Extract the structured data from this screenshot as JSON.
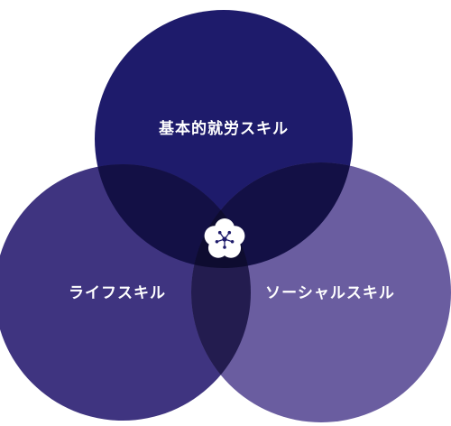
{
  "diagram": {
    "type": "venn",
    "sets": [
      {
        "id": "top",
        "label": "基本的就労スキル",
        "color": "#1e1b6b"
      },
      {
        "id": "left",
        "label": "ライフスキル",
        "color": "#3f3480"
      },
      {
        "id": "right",
        "label": "ソーシャルスキル",
        "color": "#6a5da0"
      }
    ],
    "overlap_colors": {
      "top_left": "#131045",
      "top_right": "#131045",
      "left_right": "#231c4f",
      "center": "#0e0c30"
    },
    "center_emblem": {
      "icon": "plum-blossom-icon",
      "petal_color": "#ffffff",
      "detail_color": "#1e1b6b"
    }
  }
}
